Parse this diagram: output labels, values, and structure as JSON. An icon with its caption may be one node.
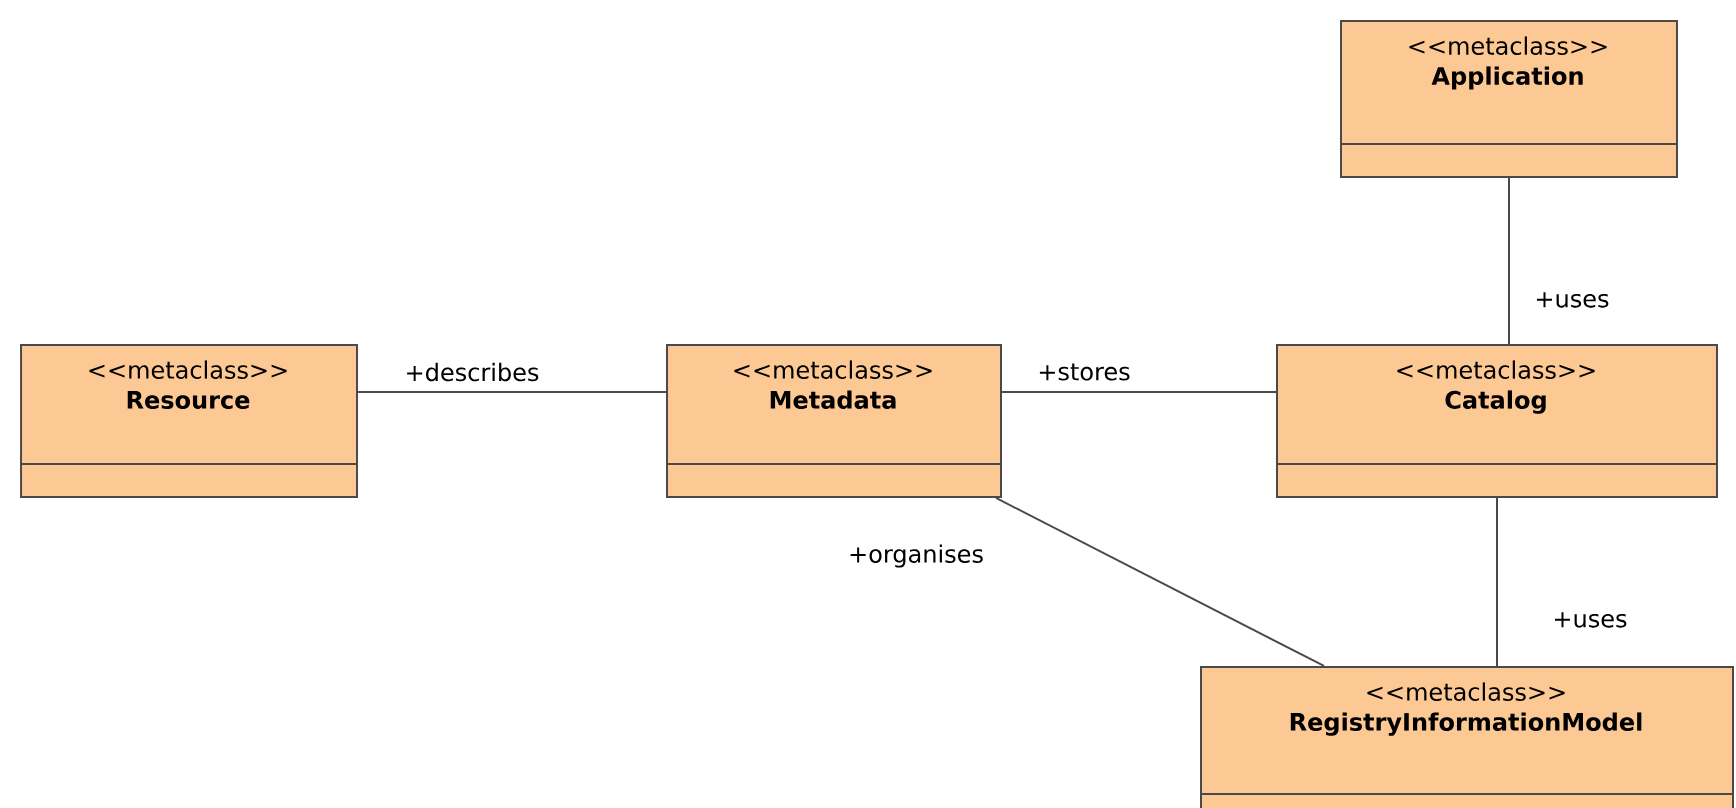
{
  "diagram": {
    "nodes": [
      {
        "text": [
          "<<metaclass>>",
          "Application"
        ]
      },
      {
        "text": [
          "<<metaclass>>",
          "Resource"
        ]
      },
      {
        "text": [
          "<<metaclass>>",
          "Metadata"
        ]
      },
      {
        "text": [
          "<<metaclass>>",
          "Catalog"
        ]
      },
      {
        "text": [
          "<<metaclass>>",
          "RegistryInformationModel"
        ]
      }
    ],
    "edges": [
      {
        "from": 0,
        "to": 3,
        "arrow": "none",
        "label": "+uses"
      },
      {
        "from": 1,
        "to": 2,
        "arrow": "none",
        "label": "+describes"
      },
      {
        "from": 2,
        "to": 3,
        "arrow": "none",
        "label": "+stores"
      },
      {
        "from": 2,
        "to": 4,
        "arrow": "none",
        "label": "+organises"
      },
      {
        "from": 3,
        "to": 4,
        "arrow": "none",
        "label": "+uses"
      }
    ]
  }
}
